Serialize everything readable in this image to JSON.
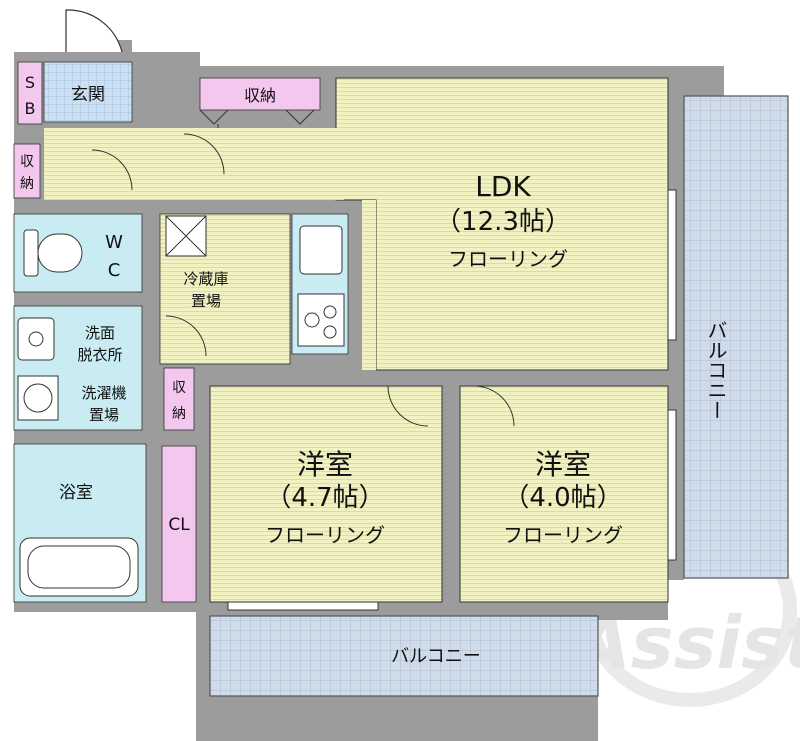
{
  "colors": {
    "wall": "#9c9c9c",
    "flooring": "#f2f1c1",
    "flooring_stripe": "#dcdba0",
    "balcony": "#cfdbe8",
    "balcony_grid": "#9fb4ca",
    "wet_area": "#c9ecf3",
    "storage": "#f4c8ee",
    "entrance_tile": "#cde0f3",
    "watermark": "#d9d9d9"
  },
  "rooms": {
    "ldk": {
      "name": "LDK",
      "size": "（12.3帖）",
      "floor": "フローリング"
    },
    "western_room_1": {
      "name": "洋室",
      "size": "（4.7帖）",
      "floor": "フローリング"
    },
    "western_room_2": {
      "name": "洋室",
      "size": "（4.0帖）",
      "floor": "フローリング"
    },
    "balcony_side": "バルコニー",
    "balcony_bottom": "バルコニー",
    "entrance": "玄関",
    "shoe_box": [
      "S",
      "B"
    ],
    "storage_top": "収納",
    "storage_left": [
      "収",
      "納"
    ],
    "storage_middle": [
      "収",
      "納"
    ],
    "toilet": [
      "W",
      "C"
    ],
    "fridge_space": [
      "冷蔵庫",
      "置場"
    ],
    "washroom": [
      "洗面",
      "脱衣所"
    ],
    "washer_space": [
      "洗濯機",
      "置場"
    ],
    "bathroom": "浴室",
    "closet": "CL"
  },
  "watermark": {
    "text": "Assist"
  }
}
